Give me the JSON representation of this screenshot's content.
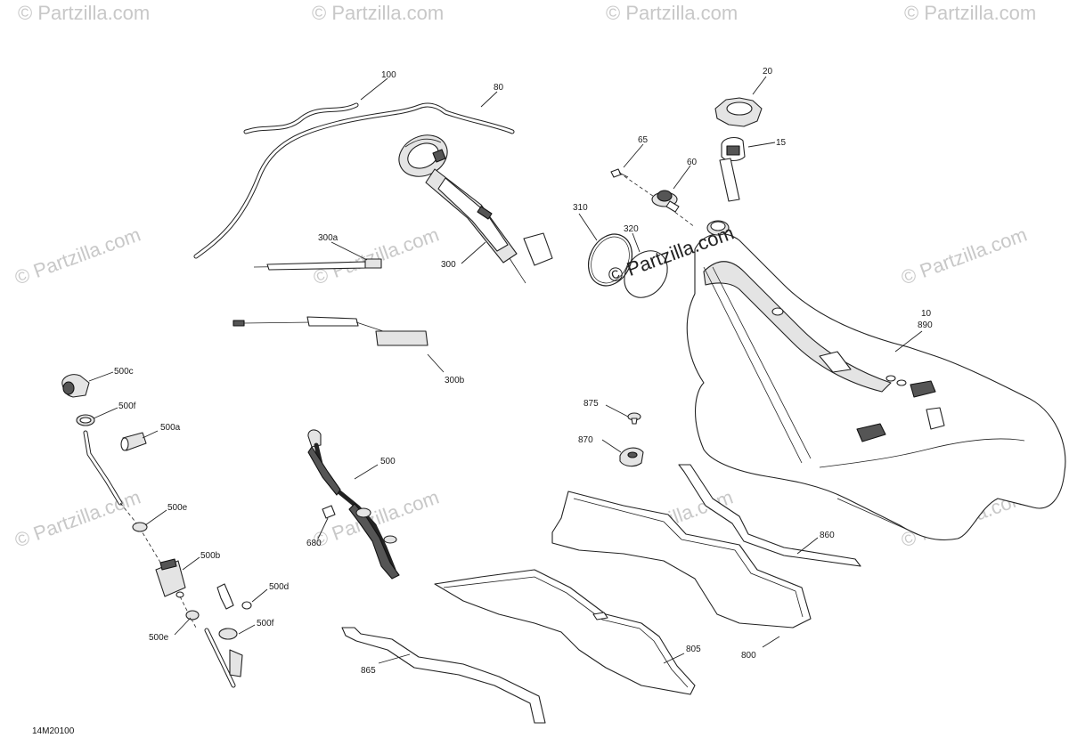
{
  "diagram": {
    "code": "14M20100",
    "watermark_text": "© Partzilla.com",
    "watermark_center_text": "© Partzilla.com",
    "callouts": [
      {
        "id": "c100",
        "text": "100"
      },
      {
        "id": "c80",
        "text": "80"
      },
      {
        "id": "c20",
        "text": "20"
      },
      {
        "id": "c15",
        "text": "15"
      },
      {
        "id": "c65",
        "text": "65"
      },
      {
        "id": "c60",
        "text": "60"
      },
      {
        "id": "c310",
        "text": "310"
      },
      {
        "id": "c320",
        "text": "320"
      },
      {
        "id": "c300a",
        "text": "300a"
      },
      {
        "id": "c300",
        "text": "300"
      },
      {
        "id": "c300b",
        "text": "300b"
      },
      {
        "id": "c10",
        "text": "10"
      },
      {
        "id": "c890",
        "text": "890"
      },
      {
        "id": "c500c",
        "text": "500c"
      },
      {
        "id": "c500f_top",
        "text": "500f"
      },
      {
        "id": "c500a",
        "text": "500a"
      },
      {
        "id": "c500",
        "text": "500"
      },
      {
        "id": "c500e_top",
        "text": "500e"
      },
      {
        "id": "c680",
        "text": "680"
      },
      {
        "id": "c500b",
        "text": "500b"
      },
      {
        "id": "c500d",
        "text": "500d"
      },
      {
        "id": "c500f_bot",
        "text": "500f"
      },
      {
        "id": "c500e_bot",
        "text": "500e"
      },
      {
        "id": "c875",
        "text": "875"
      },
      {
        "id": "c870",
        "text": "870"
      },
      {
        "id": "c860",
        "text": "860"
      },
      {
        "id": "c865",
        "text": "865"
      },
      {
        "id": "c805",
        "text": "805"
      },
      {
        "id": "c800",
        "text": "800"
      }
    ]
  }
}
